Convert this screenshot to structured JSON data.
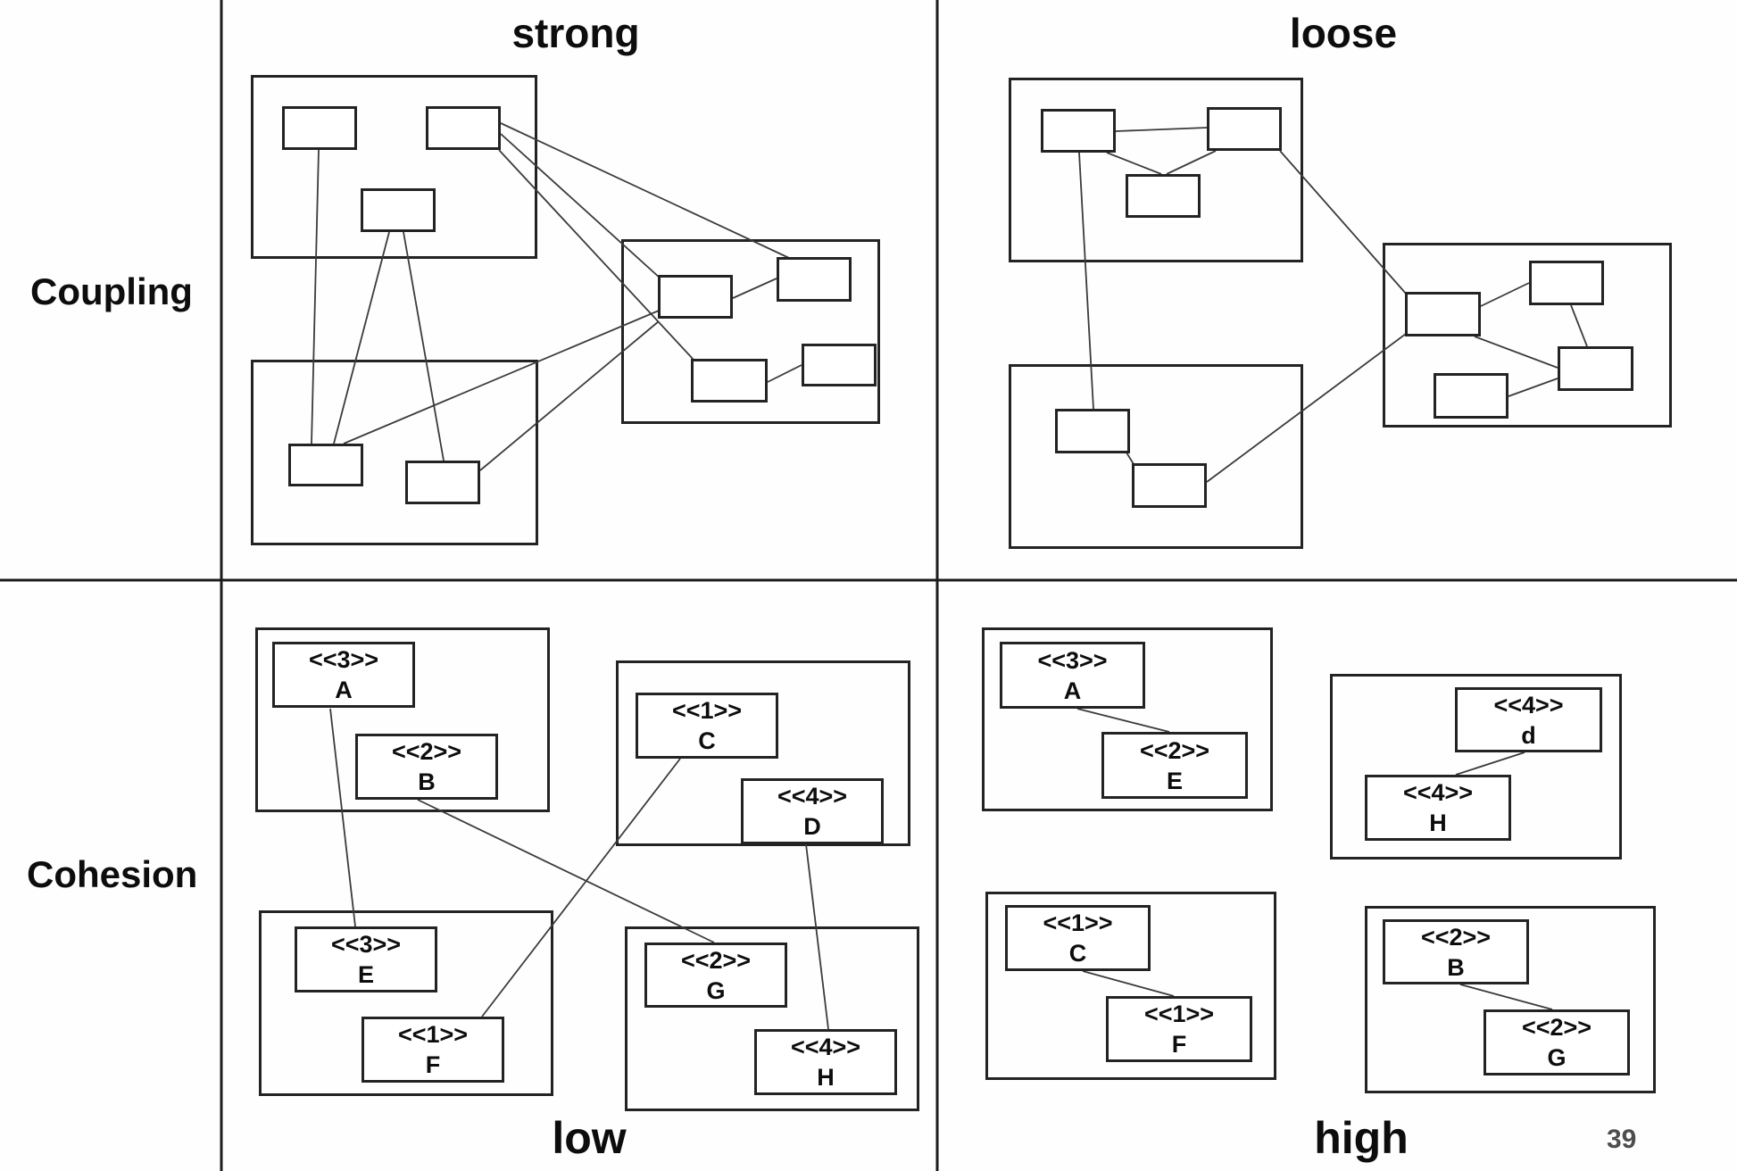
{
  "page": {
    "number": "39"
  },
  "row_labels": {
    "coupling": "Coupling",
    "cohesion": "Cohesion"
  },
  "coupling_labels": {
    "left_column": "strong",
    "right_column": "loose"
  },
  "cohesion_labels": {
    "left_column": "low",
    "right_column": "high"
  },
  "cohesion_low": {
    "modules": [
      {
        "boxes": [
          {
            "stereotype": "<<3>>",
            "letter": "A"
          },
          {
            "stereotype": "<<2>>",
            "letter": "B"
          }
        ]
      },
      {
        "boxes": [
          {
            "stereotype": "<<1>>",
            "letter": "C"
          },
          {
            "stereotype": "<<4>>",
            "letter": "D"
          }
        ]
      },
      {
        "boxes": [
          {
            "stereotype": "<<3>>",
            "letter": "E"
          },
          {
            "stereotype": "<<1>>",
            "letter": "F"
          }
        ]
      },
      {
        "boxes": [
          {
            "stereotype": "<<2>>",
            "letter": "G"
          },
          {
            "stereotype": "<<4>>",
            "letter": "H"
          }
        ]
      }
    ]
  },
  "cohesion_high": {
    "modules": [
      {
        "boxes": [
          {
            "stereotype": "<<3>>",
            "letter": "A"
          },
          {
            "stereotype": "<<2>>",
            "letter": "E"
          }
        ]
      },
      {
        "boxes": [
          {
            "stereotype": "<<4>>",
            "letter": "d"
          },
          {
            "stereotype": "<<4>>",
            "letter": "H"
          }
        ]
      },
      {
        "boxes": [
          {
            "stereotype": "<<1>>",
            "letter": "C"
          },
          {
            "stereotype": "<<1>>",
            "letter": "F"
          }
        ]
      },
      {
        "boxes": [
          {
            "stereotype": "<<2>>",
            "letter": "B"
          },
          {
            "stereotype": "<<2>>",
            "letter": "G"
          }
        ]
      }
    ]
  },
  "colors": {
    "line": "#3b3b3b",
    "border": "#232323",
    "page_number": "#4d4d4d"
  }
}
